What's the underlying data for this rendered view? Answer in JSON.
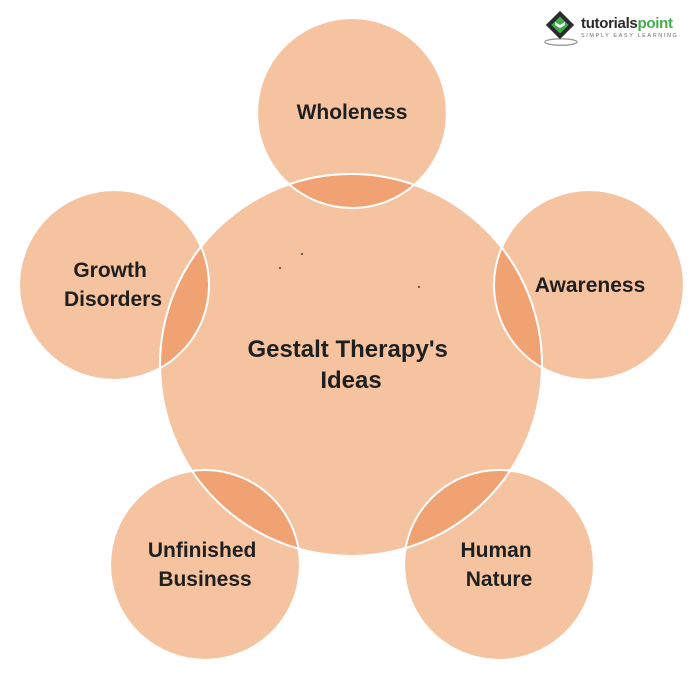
{
  "center": {
    "label_lines": [
      "Gestalt Therapy's",
      "Ideas"
    ]
  },
  "nodes": [
    {
      "id": "wholeness",
      "label_lines": [
        "Wholeness"
      ]
    },
    {
      "id": "awareness",
      "label_lines": [
        "Awareness"
      ]
    },
    {
      "id": "human-nature",
      "label_lines": [
        "Human",
        "Nature"
      ]
    },
    {
      "id": "unfinished-business",
      "label_lines": [
        "Unfinished",
        "Business"
      ]
    },
    {
      "id": "growth-disorders",
      "label_lines": [
        "Growth",
        "Disorders"
      ]
    }
  ],
  "logo": {
    "name_part1": "tutorials",
    "name_part2": "point",
    "tagline": "SIMPLY EASY LEARNING"
  },
  "colors": {
    "circle_fill": "#f6c3a0",
    "circle_stroke": "#ffffff",
    "overlap_fill": "#f0a273",
    "label_text": "#1f1f1f",
    "logo_green": "#3fae49",
    "logo_dark": "#2b2b2b"
  }
}
